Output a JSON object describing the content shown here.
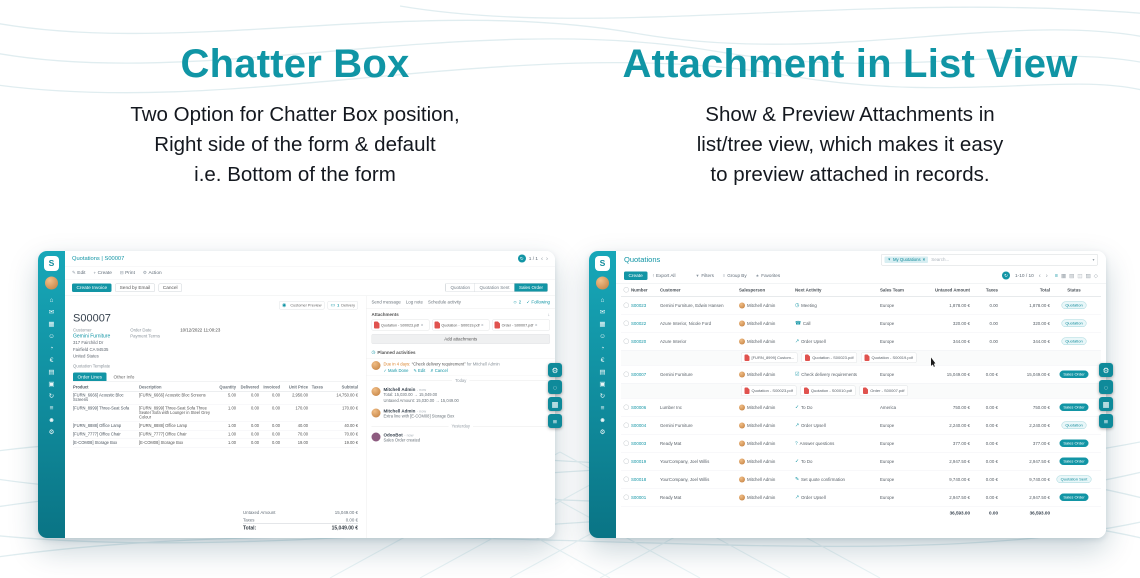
{
  "hero": {
    "left": {
      "title": "Chatter Box",
      "lines": [
        "Two Option for Chatter Box position,",
        "Right side of the form & default",
        "i.e. Bottom of the form"
      ]
    },
    "right": {
      "title": "Attachment in List View",
      "lines": [
        "Show & Preview Attachments in",
        "list/tree view, which makes it easy",
        "to preview attached in records."
      ]
    }
  },
  "colors": {
    "accent": "#1295a5",
    "sidebar_top": "#17a7b8",
    "sidebar_bottom": "#0a7485",
    "pdf_red": "#e0524e",
    "wave": "#e0edf0"
  },
  "glyphs": {
    "refresh": "↻",
    "prev": "‹",
    "next": "›",
    "caret": "▾",
    "edit": "✎",
    "plus": "+",
    "print": "⊟",
    "gear": "⚙",
    "eye": "◉",
    "truck": "▭",
    "download": "↓",
    "close": "×",
    "person": "☺",
    "check": "✓",
    "cancel": "✗",
    "clock": "◷",
    "filter": "▼",
    "group": "≡",
    "star": "★",
    "export": "↑",
    "search": "◌"
  },
  "sidebar": {
    "logo": "S",
    "icons": [
      {
        "name": "home-icon",
        "glyph": "⌂"
      },
      {
        "name": "discuss-icon",
        "glyph": "✉"
      },
      {
        "name": "calendar-icon",
        "glyph": "▦"
      },
      {
        "name": "contacts-icon",
        "glyph": "☺"
      },
      {
        "name": "crm-icon",
        "glyph": "◔"
      },
      {
        "name": "sales-icon",
        "glyph": "€"
      },
      {
        "name": "dashboard-icon",
        "glyph": "▤"
      },
      {
        "name": "inventory-icon",
        "glyph": "▣"
      },
      {
        "name": "purchase-icon",
        "glyph": "↻"
      },
      {
        "name": "accounting-icon",
        "glyph": "≡"
      },
      {
        "name": "employees-icon",
        "glyph": "☻"
      },
      {
        "name": "settings-icon",
        "glyph": "⚙"
      }
    ]
  },
  "customizer": [
    {
      "name": "customizer-settings-icon",
      "glyph": "⚙"
    },
    {
      "name": "customizer-search-icon",
      "glyph": "◌"
    },
    {
      "name": "customizer-apps-icon",
      "glyph": "▦"
    },
    {
      "name": "customizer-menu-icon",
      "glyph": "≡"
    }
  ],
  "form": {
    "breadcrumb": "Quotations | S00007",
    "pager": "1 / 1",
    "toolbar": {
      "edit": "Edit",
      "create": "Create",
      "print": "Print",
      "action": "Action"
    },
    "header": {
      "create_invoice": "Create Invoice",
      "send_by_email": "Send by Email",
      "cancel": "Cancel",
      "statusbar": [
        {
          "label": "Quotation",
          "active": false
        },
        {
          "label": "Quotation Sent",
          "active": false
        },
        {
          "label": "Sales Order",
          "active": true
        }
      ]
    },
    "smart_buttons": [
      {
        "name": "customer-preview-button",
        "glyph": "◉",
        "value": "",
        "label": "Customer Preview"
      },
      {
        "name": "delivery-button",
        "glyph": "▭",
        "value": "1",
        "label": "Delivery"
      }
    ],
    "record_name": "S00007",
    "fields": {
      "customer_label": "Customer",
      "customer": "Gemini Furniture",
      "address": [
        "317 Fairchild Dr",
        "Fairfield CA 94535",
        "United States"
      ],
      "order_date_label": "Order Date",
      "order_date": "10/12/2022 11:00:23",
      "payment_terms_label": "Payment Terms",
      "quotation_template_label": "Quotation Template"
    },
    "tabs": [
      {
        "label": "Order Lines",
        "active": true
      },
      {
        "label": "Other Info",
        "active": false
      }
    ],
    "columns": [
      "Product",
      "Description",
      "Quantity",
      "Delivered",
      "Invoiced",
      "Unit Price",
      "Taxes",
      "Subtotal"
    ],
    "lines": [
      {
        "product": "[FURN_6666] Acoustic Bloc Screens",
        "description": "[FURN_6666] Acoustic Bloc Screens",
        "qty": "5.00",
        "delivered": "0.00",
        "invoiced": "0.00",
        "unit_price": "2,950.00",
        "taxes": "",
        "subtotal": "14,750.00 €"
      },
      {
        "product": "[FURN_8999] Three-Seat Sofa",
        "description": "[FURN_8999] Three-Seat Sofa Three Seater Sofa with Lounger in Steel Grey Colour",
        "qty": "1.00",
        "delivered": "0.00",
        "invoiced": "0.00",
        "unit_price": "170.00",
        "taxes": "",
        "subtotal": "170.00 €"
      },
      {
        "product": "[FURN_8888] Office Lamp",
        "description": "[FURN_8888] Office Lamp",
        "qty": "1.00",
        "delivered": "0.00",
        "invoiced": "0.00",
        "unit_price": "40.00",
        "taxes": "",
        "subtotal": "40.00 €"
      },
      {
        "product": "[FURN_7777] Office Chair",
        "description": "[FURN_7777] Office Chair",
        "qty": "1.00",
        "delivered": "0.00",
        "invoiced": "0.00",
        "unit_price": "70.00",
        "taxes": "",
        "subtotal": "70.00 €"
      },
      {
        "product": "[E-COM08] Storage Box",
        "description": "[E-COM08] Storage Box",
        "qty": "1.00",
        "delivered": "0.00",
        "invoiced": "0.00",
        "unit_price": "19.00",
        "taxes": "",
        "subtotal": "19.00 €"
      }
    ],
    "totals": {
      "untaxed_label": "Untaxed Amount",
      "untaxed": "15,049.00 €",
      "taxes_label": "Taxes",
      "taxes": "0.00 €",
      "total_label": "Total:",
      "total": "15,049.00 €"
    }
  },
  "chatter": {
    "composer": [
      "Send message",
      "Log note",
      "Schedule activity"
    ],
    "followers_count": "2",
    "following_label": "Following",
    "attachments_label": "Attachments",
    "attachments": [
      {
        "label": "Quotation - S00023.pdf"
      },
      {
        "label": "Quotation - S00019.pdf"
      },
      {
        "label": "Order - S00007.pdf"
      }
    ],
    "add_attachments": "Add attachments",
    "planned_label": "Planned activities",
    "activity": {
      "due": "Due in 4 days:",
      "summary": "“Check delivery requirement”",
      "assignee": "for Mitchell Admin",
      "mark_done": "Mark Done",
      "edit": "Edit",
      "cancel": "Cancel"
    },
    "today_label": "Today",
    "yesterday_label": "Yesterday",
    "messages": [
      {
        "author": "Mitchell Admin",
        "time": "- now",
        "lines": [
          "Total: 15,030.00 → 15,049.00",
          "Untaxed Amount: 15,030.00 → 15,049.00"
        ]
      },
      {
        "author": "Mitchell Admin",
        "time": "- now",
        "lines": [
          "Extra line with [E-COM08] Storage Box"
        ]
      },
      {
        "author": "OdooBot",
        "time": "- now",
        "lines": [
          "Sales Order created"
        ]
      }
    ]
  },
  "list": {
    "title": "Quotations",
    "search": {
      "facet": "My Quotations",
      "placeholder": "Search..."
    },
    "create_label": "Create",
    "export_label": "Export All",
    "filters_label": "Filters",
    "group_by_label": "Group By",
    "favorites_label": "Favorites",
    "pager": "1-10 / 10",
    "view_switcher": [
      {
        "name": "list-view-icon",
        "glyph": "≡",
        "active": true
      },
      {
        "name": "kanban-view-icon",
        "glyph": "▦",
        "active": false
      },
      {
        "name": "calendar-view-icon",
        "glyph": "▤",
        "active": false
      },
      {
        "name": "pivot-view-icon",
        "glyph": "◫",
        "active": false
      },
      {
        "name": "graph-view-icon",
        "glyph": "▨",
        "active": false
      },
      {
        "name": "map-view-icon",
        "glyph": "◇",
        "active": false
      }
    ],
    "columns": [
      "Number",
      "Customer",
      "Salesperson",
      "Next Activity",
      "Sales Team",
      "Untaxed Amount",
      "Taxes",
      "Total",
      "Status"
    ],
    "rows": [
      {
        "type": "record",
        "number": "S00023",
        "customer": "Gemini Furniture, Edwin Hansen",
        "salesperson": "Mitchell Admin",
        "activity": "Meeting",
        "activity_icon": "◷",
        "team": "Europe",
        "untaxed": "1,878.00 €",
        "taxes": "0.00",
        "total": "1,878.00 €",
        "status": "Quotation",
        "status_type": "quotation"
      },
      {
        "type": "record",
        "number": "S00022",
        "customer": "Azure Interior, Nicole Ford",
        "salesperson": "Mitchell Admin",
        "activity": "Call",
        "activity_icon": "☎",
        "team": "Europe",
        "untaxed": "320.00 €",
        "taxes": "0.00",
        "total": "320.00 €",
        "status": "Quotation",
        "status_type": "quotation"
      },
      {
        "type": "record",
        "number": "S00020",
        "customer": "Azure Interior",
        "salesperson": "Mitchell Admin",
        "activity": "Order Upsell",
        "activity_icon": "↗",
        "team": "Europe",
        "untaxed": "344.00 €",
        "taxes": "0.00",
        "total": "344.00 €",
        "status": "Quotation",
        "status_type": "quotation"
      },
      {
        "type": "attach",
        "cursor": true,
        "files": [
          "[FURN_8999] Custom...",
          "Quotation - S00023.pdf",
          "Quotation - S00019.pdf"
        ]
      },
      {
        "type": "record",
        "number": "S00007",
        "customer": "Gemini Furniture",
        "salesperson": "Mitchell Admin",
        "activity": "Check delivery requirements",
        "activity_icon": "☑",
        "team": "Europe",
        "untaxed": "15,049.00 €",
        "taxes": "0.00 €",
        "total": "15,049.00 €",
        "status": "Sales Order",
        "status_type": "sale"
      },
      {
        "type": "attach",
        "files": [
          "Quotation - S00023.pdf",
          "Quotation - S00010.pdf",
          "Order - S00007.pdf"
        ]
      },
      {
        "type": "record",
        "number": "S00006",
        "customer": "Lumber Inc",
        "salesperson": "Mitchell Admin",
        "activity": "To Do",
        "activity_icon": "✓",
        "team": "America",
        "untaxed": "750.00 €",
        "taxes": "0.00 €",
        "total": "750.00 €",
        "status": "Sales Order",
        "status_type": "sale"
      },
      {
        "type": "record",
        "number": "S00004",
        "customer": "Gemini Furniture",
        "salesperson": "Mitchell Admin",
        "activity": "Order Upsell",
        "activity_icon": "↗",
        "team": "Europe",
        "untaxed": "2,240.00 €",
        "taxes": "0.00 €",
        "total": "2,240.00 €",
        "status": "Quotation",
        "status_type": "quotation"
      },
      {
        "type": "record",
        "number": "S00003",
        "customer": "Ready Mat",
        "salesperson": "Mitchell Admin",
        "activity": "Answer questions",
        "activity_icon": "?",
        "team": "Europe",
        "untaxed": "377.00 €",
        "taxes": "0.00 €",
        "total": "377.00 €",
        "status": "Sales Order",
        "status_type": "sale"
      },
      {
        "type": "record",
        "number": "S00019",
        "customer": "YourCompany, Joel Willis",
        "salesperson": "Mitchell Admin",
        "activity": "To Do",
        "activity_icon": "✓",
        "team": "Europe",
        "untaxed": "2,947.50 €",
        "taxes": "0.00 €",
        "total": "2,947.50 €",
        "status": "Sales Order",
        "status_type": "sale"
      },
      {
        "type": "record",
        "number": "S00018",
        "customer": "YourCompany, Joel Willis",
        "salesperson": "Mitchell Admin",
        "activity": "Set quote confirmation",
        "activity_icon": "✎",
        "team": "Europe",
        "untaxed": "9,740.00 €",
        "taxes": "0.00 €",
        "total": "9,740.00 €",
        "status": "Quotation Sent",
        "status_type": "sent"
      },
      {
        "type": "record",
        "number": "S00001",
        "customer": "Ready Mat",
        "salesperson": "Mitchell Admin",
        "activity": "Order Upsell",
        "activity_icon": "↗",
        "team": "Europe",
        "untaxed": "2,947.50 €",
        "taxes": "0.00 €",
        "total": "2,947.50 €",
        "status": "Sales Order",
        "status_type": "sale"
      }
    ],
    "footer": {
      "untaxed": "36,593.00",
      "taxes": "0.00",
      "total": "36,593.00"
    }
  }
}
